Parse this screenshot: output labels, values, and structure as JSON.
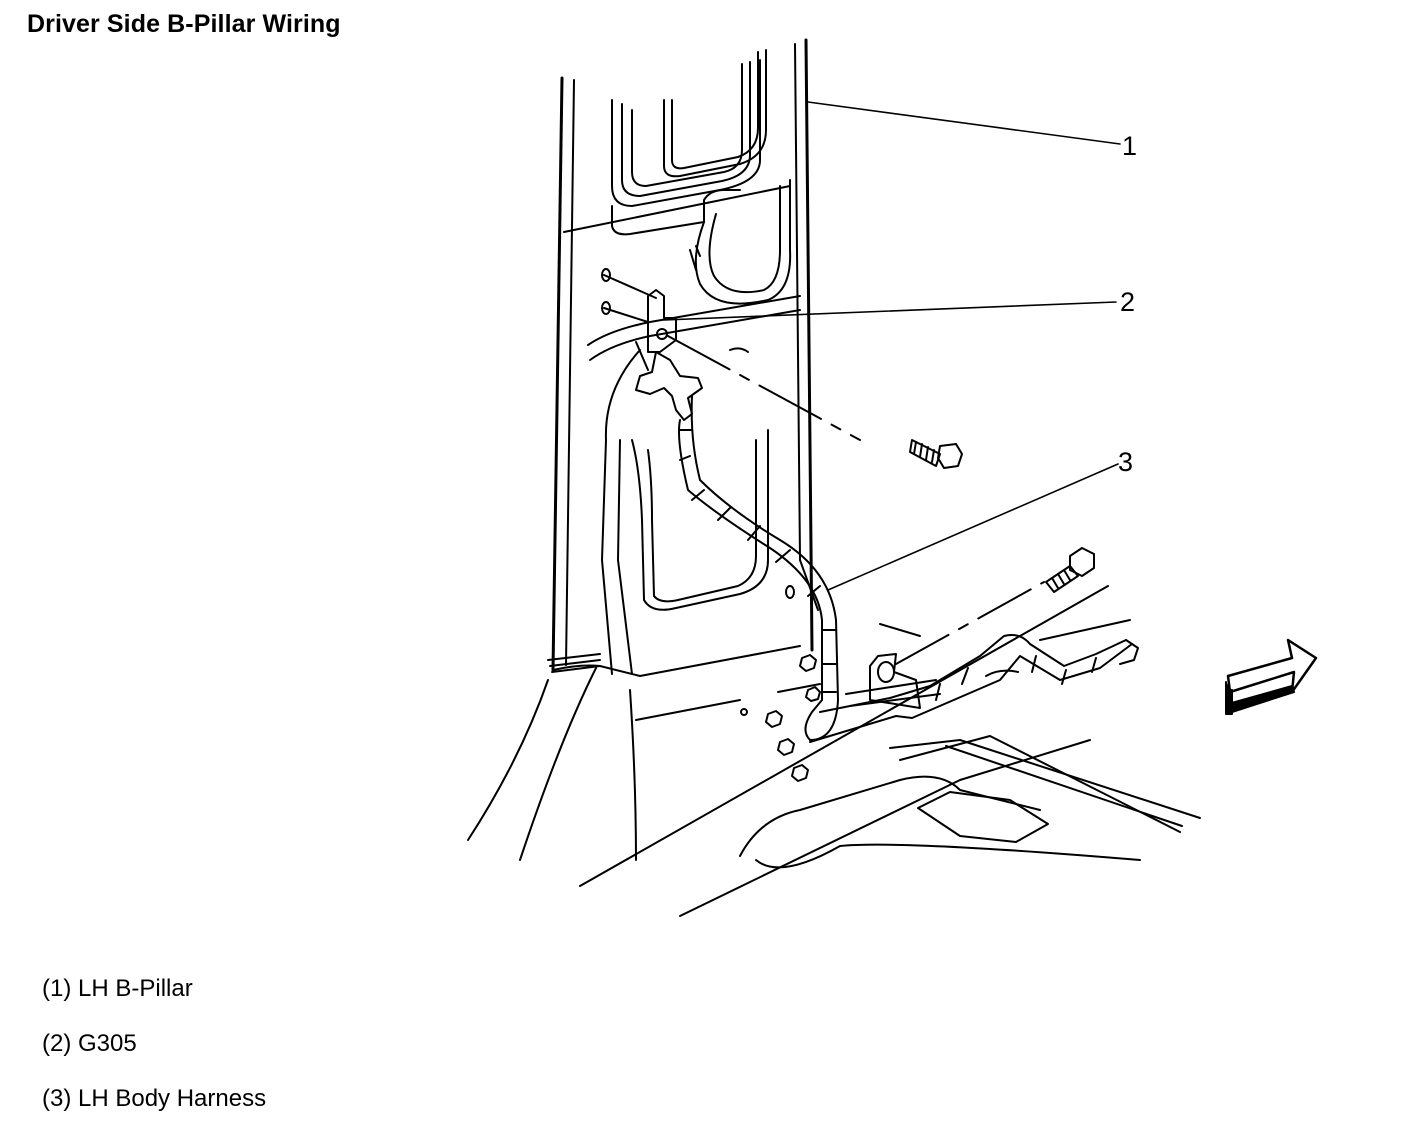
{
  "title": "Driver Side B-Pillar Wiring",
  "callouts": [
    {
      "number": "1"
    },
    {
      "number": "2"
    },
    {
      "number": "3"
    }
  ],
  "legend": [
    {
      "text": "(1) LH B-Pillar"
    },
    {
      "text": "(2) G305"
    },
    {
      "text": "(3) LH Body Harness"
    }
  ],
  "line_color": "#000000",
  "background_color": "#ffffff",
  "icons": [
    "front-direction-arrow-icon",
    "bolt-icon"
  ]
}
